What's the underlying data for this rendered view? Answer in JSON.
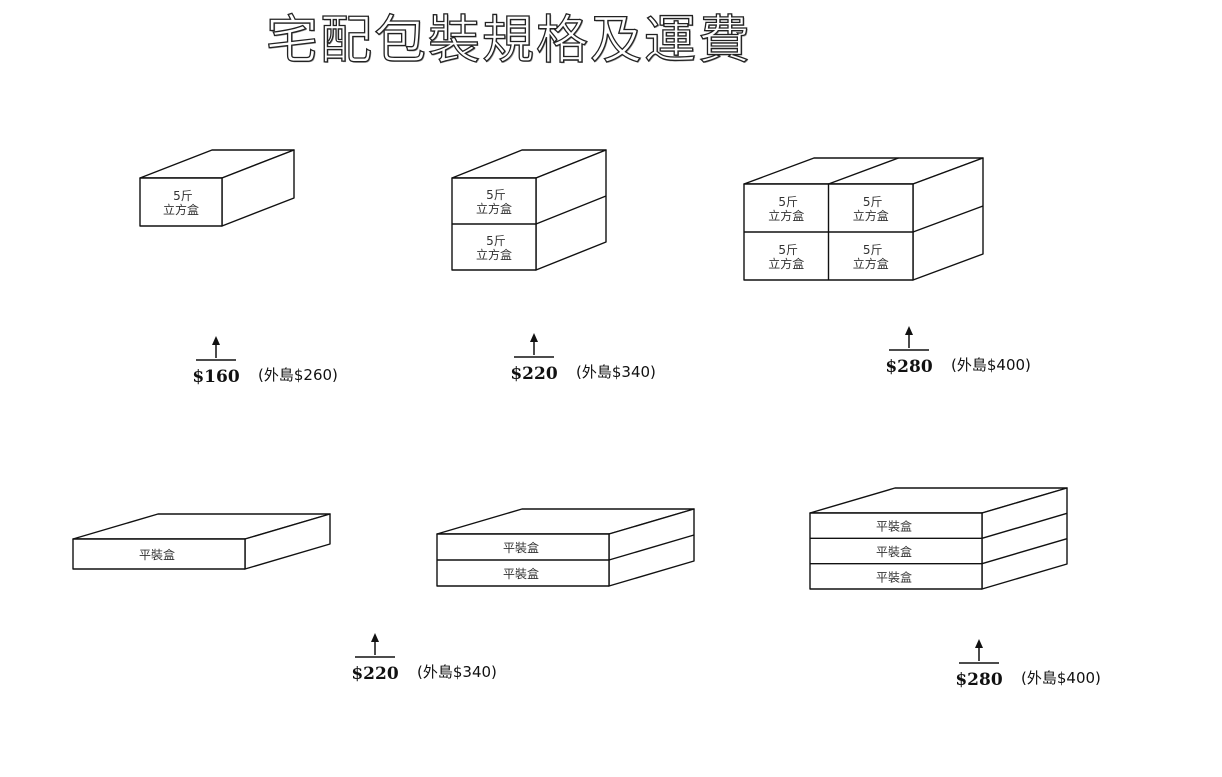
{
  "title": "宅配包裝規格及運費",
  "labels": {
    "cube_weight": "5斤",
    "cube_name": "立方盒",
    "flat_name": "平裝盒"
  },
  "packages": [
    {
      "id": "cube-1",
      "box_type": "cube",
      "count": 1,
      "price": "$160",
      "outer_island": "(外島$260)"
    },
    {
      "id": "cube-2",
      "box_type": "cube",
      "count": 2,
      "price": "$220",
      "outer_island": "(外島$340)"
    },
    {
      "id": "cube-4",
      "box_type": "cube",
      "count": 4,
      "price": "$280",
      "outer_island": "(外島$400)"
    },
    {
      "id": "flat-1",
      "box_type": "flat",
      "count": 1
    },
    {
      "id": "flat-2",
      "box_type": "flat",
      "count": 2,
      "price": "$220",
      "outer_island": "(外島$340)"
    },
    {
      "id": "flat-3",
      "box_type": "flat",
      "count": 3,
      "price": "$280",
      "outer_island": "(外島$400)"
    }
  ]
}
